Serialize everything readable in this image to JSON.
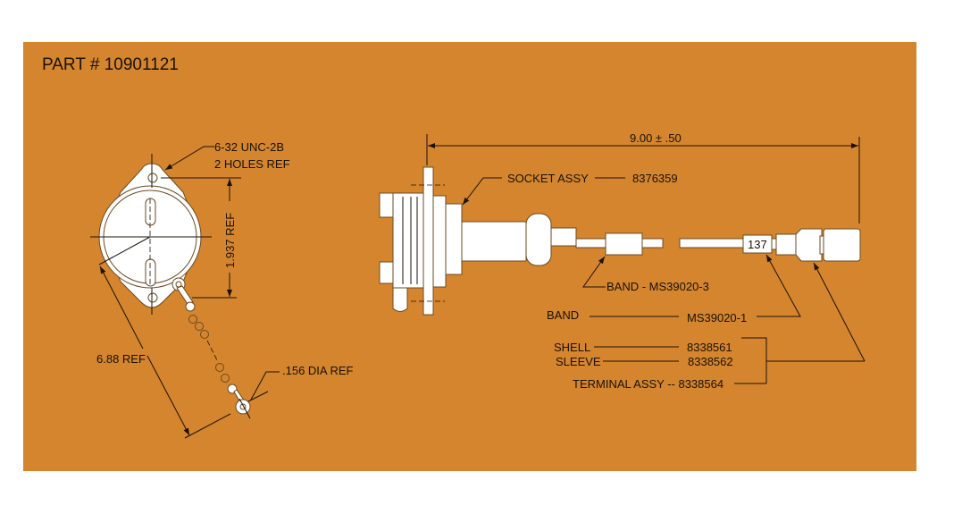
{
  "title": "PART # 10901121",
  "left_view": {
    "thread_note_1": "6-32 UNC-2B",
    "thread_note_2": "2 HOLES REF",
    "height_dim": "1.937 REF",
    "length_dim": "6.88 REF",
    "dia_note": ".156 DIA REF"
  },
  "right_view": {
    "overall_dim": "9.00 ± .50",
    "socket_label": "SOCKET ASSY",
    "socket_part": "8376359",
    "band3_label": "BAND - MS39020-3",
    "band_label": "BAND",
    "band_part": "MS39020-1",
    "marker": "137",
    "shell_label": "SHELL",
    "shell_part": "8338561",
    "sleeve_label": "SLEEVE",
    "sleeve_part": "8338562",
    "terminal_label": "TERMINAL ASSY -- 8338564"
  },
  "colors": {
    "background": "#D4852E",
    "line": "#1a1208",
    "part": "#ffffff"
  }
}
